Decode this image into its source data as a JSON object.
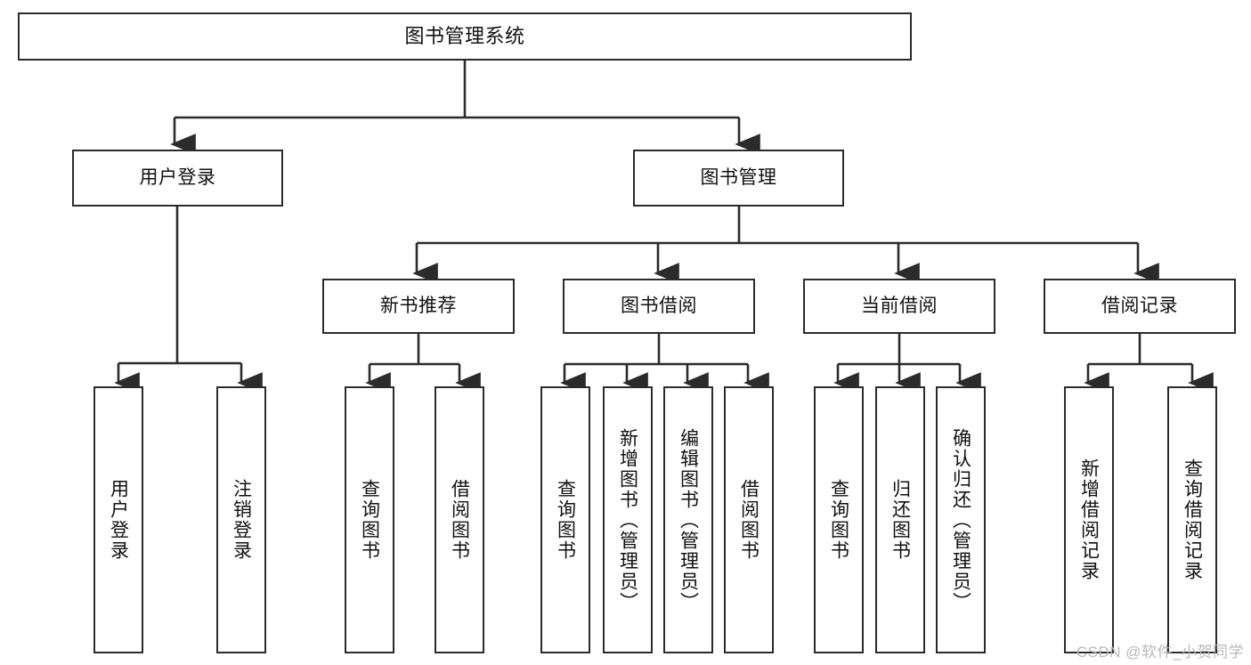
{
  "diagram": {
    "title": "图书管理系统",
    "type": "tree",
    "orientation": "top-down",
    "colors": {
      "box_border": "#2b2b2b",
      "box_fill": "#ffffff",
      "connector": "#2b2b2b",
      "text": "#111111",
      "watermark": "#b9b9b9",
      "background": "#ffffff"
    },
    "root": {
      "id": "root",
      "label": "图书管理系统"
    },
    "level1": [
      {
        "id": "user-login",
        "label": "用户登录"
      },
      {
        "id": "book-manage",
        "label": "图书管理"
      }
    ],
    "level2": [
      {
        "id": "new-book-rec",
        "label": "新书推荐",
        "parent": "book-manage"
      },
      {
        "id": "book-borrow",
        "label": "图书借阅",
        "parent": "book-manage"
      },
      {
        "id": "current-borrow",
        "label": "当前借阅",
        "parent": "book-manage"
      },
      {
        "id": "borrow-record",
        "label": "借阅记录",
        "parent": "book-manage"
      }
    ],
    "leaves": [
      {
        "id": "leaf-user-login",
        "label": "用户登录",
        "parent": "user-login"
      },
      {
        "id": "leaf-user-logout",
        "label": "注销登录",
        "parent": "user-login"
      },
      {
        "id": "leaf-query-book-1",
        "label": "查询图书",
        "parent": "new-book-rec"
      },
      {
        "id": "leaf-borrow-book-1",
        "label": "借阅图书",
        "parent": "new-book-rec"
      },
      {
        "id": "leaf-query-book-2",
        "label": "查询图书",
        "parent": "book-borrow"
      },
      {
        "id": "leaf-add-book",
        "label": "新增图书（管理员）",
        "parent": "book-borrow"
      },
      {
        "id": "leaf-edit-book",
        "label": "编辑图书（管理员）",
        "parent": "book-borrow"
      },
      {
        "id": "leaf-borrow-book-2",
        "label": "借阅图书",
        "parent": "book-borrow"
      },
      {
        "id": "leaf-query-book-3",
        "label": "查询图书",
        "parent": "current-borrow"
      },
      {
        "id": "leaf-return-book",
        "label": "归还图书",
        "parent": "current-borrow"
      },
      {
        "id": "leaf-confirm-return",
        "label": "确认归还（管理员）",
        "parent": "current-borrow"
      },
      {
        "id": "leaf-add-record",
        "label": "新增借阅记录",
        "parent": "borrow-record"
      },
      {
        "id": "leaf-query-record",
        "label": "查询借阅记录",
        "parent": "borrow-record"
      }
    ]
  },
  "watermark": {
    "text": "CSDN @软件_小贺同学"
  }
}
